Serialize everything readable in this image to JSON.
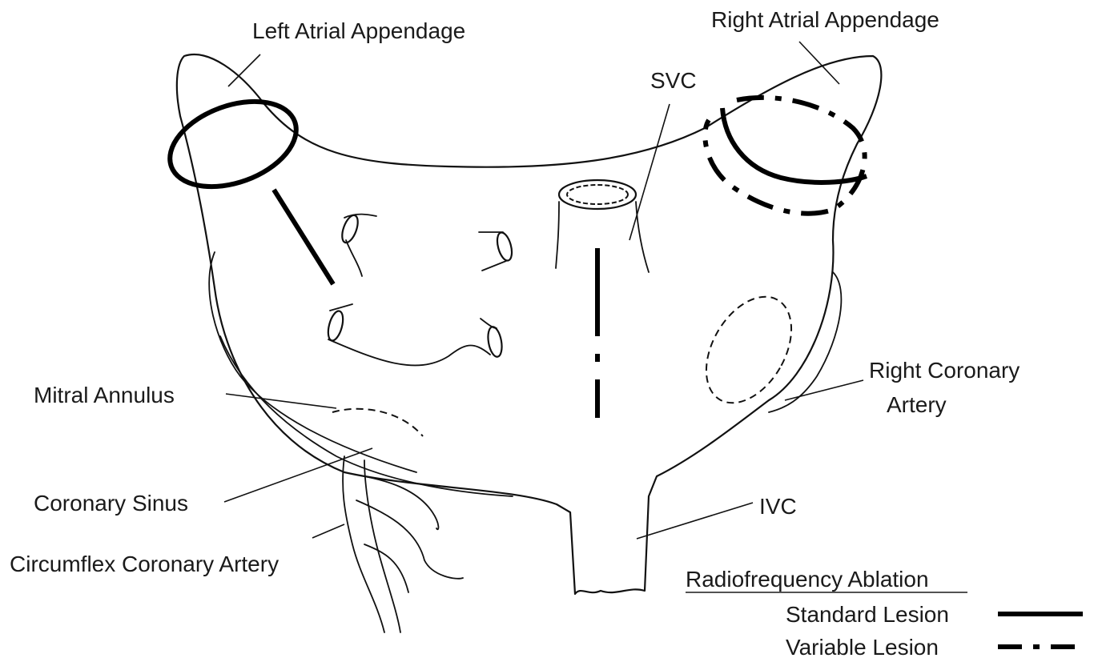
{
  "labels": {
    "left_atrial_appendage": "Left Atrial Appendage",
    "right_atrial_appendage": "Right Atrial Appendage",
    "svc": "SVC",
    "mitral_annulus": "Mitral Annulus",
    "right_coronary_artery_line1": "Right Coronary",
    "right_coronary_artery_line2": "Artery",
    "coronary_sinus": "Coronary Sinus",
    "ivc": "IVC",
    "circumflex_coronary_artery": "Circumflex Coronary Artery"
  },
  "legend": {
    "title": "Radiofrequency Ablation",
    "standard_lesion": "Standard Lesion",
    "variable_lesion": "Variable Lesion"
  }
}
